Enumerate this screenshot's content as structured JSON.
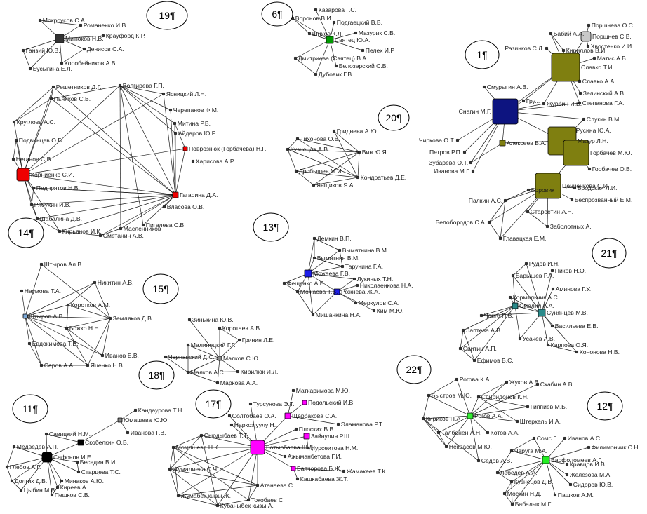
{
  "groups": [
    {
      "id": "19",
      "label": "19¶",
      "nodes": [
        {
          "name": "Мокроусов С.А."
        },
        {
          "name": "Романенко И.В."
        },
        {
          "name": "Крауфорд К.Р."
        },
        {
          "name": "Митюков Н.В."
        },
        {
          "name": "Ганзий Ю.В."
        },
        {
          "name": "Денисов С.А."
        },
        {
          "name": "Коробейников А.В."
        },
        {
          "name": "Бусыгина Е.Л."
        }
      ]
    },
    {
      "id": "6",
      "label": "6¶",
      "nodes": [
        {
          "name": "Казарова Г.С."
        },
        {
          "name": "Воронов В.И."
        },
        {
          "name": "Подгаецкий В.В."
        },
        {
          "name": "Шихов К.Л."
        },
        {
          "name": "Святец Ю.А."
        },
        {
          "name": "Мазурик С.В."
        },
        {
          "name": "Пелех И.Р."
        },
        {
          "name": "Дмитриева (Святец) В.А."
        },
        {
          "name": "Белозерский С.В."
        },
        {
          "name": "Дубовик Г.В."
        }
      ]
    },
    {
      "id": "1",
      "label": "1¶",
      "nodes": [
        {
          "name": "Бабий А.А."
        },
        {
          "name": "Поршнева О.С."
        },
        {
          "name": "Поршнев С.В."
        },
        {
          "name": "Хвостенко И.И."
        },
        {
          "name": "Разинков С.Л."
        },
        {
          "name": "Кириллов В.И."
        },
        {
          "name": "Матис А.В."
        },
        {
          "name": "Славко Т.И."
        },
        {
          "name": "Славко А.А."
        },
        {
          "name": "Смурыгин А.В."
        },
        {
          "name": "Зелинский А.В."
        },
        {
          "name": "Гру..."
        },
        {
          "name": "Журбин И.В."
        },
        {
          "name": "Степанова Г.А."
        },
        {
          "name": "Снагин М.Г."
        },
        {
          "name": "Слукин В.М."
        },
        {
          "name": "Русина Ю.А."
        },
        {
          "name": "Чиркова О.Т."
        },
        {
          "name": "Алексеев В.А."
        },
        {
          "name": "Мазур Л.Н."
        },
        {
          "name": "Петров Р.П."
        },
        {
          "name": "Горбачев М.Ю."
        },
        {
          "name": "Зубарева О.Т."
        },
        {
          "name": "Горбачев О.В."
        },
        {
          "name": "Иванова М.Г."
        },
        {
          "name": "Ценченкова С.И."
        },
        {
          "name": "Бродская Л.И."
        },
        {
          "name": "Боровик"
        },
        {
          "name": "Беспрозванный Е.М."
        },
        {
          "name": "Палкин А.С."
        },
        {
          "name": "Старостин А.Н."
        },
        {
          "name": "Белобородов С.А."
        },
        {
          "name": "Заболотных А."
        },
        {
          "name": "Главацкая Е.М."
        }
      ]
    },
    {
      "id": "20",
      "label": "20¶",
      "nodes": [
        {
          "name": "Гриднева А.Ю."
        },
        {
          "name": "Тихонова О.В."
        },
        {
          "name": "Кузнецов А.В."
        },
        {
          "name": "Вин Ю.Я."
        },
        {
          "name": "Дробышев М.И."
        },
        {
          "name": "Кондратьев Д.Е."
        },
        {
          "name": "Янщиков Я.А."
        }
      ]
    },
    {
      "id": "14",
      "label": "14¶",
      "nodes": [
        {
          "name": "Решетников Д.Г."
        },
        {
          "name": "Волгирева Г.П."
        },
        {
          "name": "Пьянков С.В."
        },
        {
          "name": "Ясницкий Л.Н."
        },
        {
          "name": "Черепанов Ф.М."
        },
        {
          "name": "Круглова А.С."
        },
        {
          "name": "Митина Р.В."
        },
        {
          "name": "Айдаров Ю.Р."
        },
        {
          "name": "Подвинцев О.Б."
        },
        {
          "name": "Поврознюк (Горбачева) Н.Г."
        },
        {
          "name": "Неганов С.В."
        },
        {
          "name": "Харисова А.Р."
        },
        {
          "name": "Корниенко С.И."
        },
        {
          "name": "Подпрятов Н.В."
        },
        {
          "name": "Гагарина Д.А."
        },
        {
          "name": "Рябухин И.В."
        },
        {
          "name": "Власова О.В."
        },
        {
          "name": "Шабалина Д.В."
        },
        {
          "name": "Пигалева С.В."
        },
        {
          "name": "Кирьянов И.К."
        },
        {
          "name": "Масленников"
        },
        {
          "name": "Сметанин А.В."
        }
      ]
    },
    {
      "id": "13",
      "label": "13¶",
      "nodes": [
        {
          "name": "Демкин В.П."
        },
        {
          "name": "Вымятнина В.М."
        },
        {
          "name": "Вымятнин В.М."
        },
        {
          "name": "Тарунина Г.А."
        },
        {
          "name": "Можаева Г.В."
        },
        {
          "name": "Лукиных Т.Н."
        },
        {
          "name": "Фещенко А.В."
        },
        {
          "name": "Николаенкова Н.А."
        },
        {
          "name": "Можаева Т.В."
        },
        {
          "name": "Рожнева Ж.А."
        },
        {
          "name": "Меркулов С.А."
        },
        {
          "name": "Ким М.Ю."
        },
        {
          "name": "Мишанкина Н.А."
        }
      ]
    },
    {
      "id": "21",
      "label": "21¶",
      "nodes": [
        {
          "name": "Рудов И.Н."
        },
        {
          "name": "Пиков Н.О."
        },
        {
          "name": "Барышев Р.А."
        },
        {
          "name": "Аминова Г.У."
        },
        {
          "name": "Кормильчик А.С."
        },
        {
          "name": "Смолин А.А."
        },
        {
          "name": "Сунянцев М.В."
        },
        {
          "name": "Чанго П.В."
        },
        {
          "name": "Лаптева А.В."
        },
        {
          "name": "Васильева Е.В."
        },
        {
          "name": "Усачев А.В."
        },
        {
          "name": "Карпова О.Я."
        },
        {
          "name": "Свитин А.П."
        },
        {
          "name": "Кононова Н.В."
        },
        {
          "name": "Ефимов В.С."
        }
      ]
    },
    {
      "id": "15",
      "label": "15¶",
      "nodes": [
        {
          "name": "Штыров Ал.В."
        },
        {
          "name": "Никитин А.В."
        },
        {
          "name": "Наумова Т.А."
        },
        {
          "name": "Коротков А.М."
        },
        {
          "name": "Штыров А.В."
        },
        {
          "name": "Земляков Д.В."
        },
        {
          "name": "Божко Н.Н."
        },
        {
          "name": "Евдокимова Т.В."
        },
        {
          "name": "Иванов Е.В."
        },
        {
          "name": "Серов А.А."
        },
        {
          "name": "Яценко Н.В."
        }
      ]
    },
    {
      "id": "18",
      "label": "18¶",
      "nodes": [
        {
          "name": "Зинькина Ю.В."
        },
        {
          "name": "Коротаев А.В."
        },
        {
          "name": "Гринин Л.Е."
        },
        {
          "name": "Малинецкий Г.Г."
        },
        {
          "name": "Малков С.Ю."
        },
        {
          "name": "Чернавский Д.С."
        },
        {
          "name": "Кирилюк И.Л."
        },
        {
          "name": "Малков А.С."
        },
        {
          "name": "Маркова А.А."
        }
      ]
    },
    {
      "id": "22",
      "label": "22¶",
      "nodes": [
        {
          "name": "Рогова К.А."
        },
        {
          "name": "Жуков А.В."
        },
        {
          "name": "Скабин А.В."
        },
        {
          "name": "Быстров М.Ю."
        },
        {
          "name": "Спиридонов К.Н."
        },
        {
          "name": "Гиппиев М.Б."
        },
        {
          "name": "Кириков П.А."
        },
        {
          "name": "Рогов А.А."
        },
        {
          "name": "Штеркель И.А."
        },
        {
          "name": "Талбонен А.Н."
        },
        {
          "name": "Котов А.А."
        },
        {
          "name": "Некрасов М.Ю."
        },
        {
          "name": "Седов А.В."
        }
      ]
    },
    {
      "id": "12",
      "label": "12¶",
      "nodes": [
        {
          "name": "Сомс Г."
        },
        {
          "name": "Иванов А.С."
        },
        {
          "name": "Чаруга М.А."
        },
        {
          "name": "Филимончик С.Н."
        },
        {
          "name": "Варфоломеев А.Г."
        },
        {
          "name": "Лебедев А.А."
        },
        {
          "name": "Кравцов И.В."
        },
        {
          "name": "Железова М.А."
        },
        {
          "name": "Кузнецов Д.В."
        },
        {
          "name": "Сидоров Ю.В."
        },
        {
          "name": "Москин Н.Д."
        },
        {
          "name": "Пашков А.М."
        },
        {
          "name": "Бабалык М.Г."
        }
      ]
    },
    {
      "id": "11",
      "label": "11¶",
      "nodes": [
        {
          "name": "Кандаурова Т.Н."
        },
        {
          "name": "Юмашева Ю.Ю."
        },
        {
          "name": "Иванова Г.В."
        },
        {
          "name": "Савицкий Н.М."
        },
        {
          "name": "Скобелкин О.В."
        },
        {
          "name": "Медведев А.П."
        },
        {
          "name": "Сафонов И.Е."
        },
        {
          "name": "Беседин В.И."
        },
        {
          "name": "Глебов А.Г."
        },
        {
          "name": "Старцева Т.С."
        },
        {
          "name": "Долгих Д.В."
        },
        {
          "name": "Минаков А.Ю."
        },
        {
          "name": "Киреев А."
        },
        {
          "name": "Цыбин М.В."
        },
        {
          "name": "Пешков С.В."
        }
      ]
    },
    {
      "id": "17",
      "label": "17¶",
      "nodes": [
        {
          "name": "Маткаримова М.Ю."
        },
        {
          "name": "Турсунова Э.Т."
        },
        {
          "name": "Подольский И.В."
        },
        {
          "name": "Солтобаев О.А."
        },
        {
          "name": "Щербакова С.А."
        },
        {
          "name": "Наркоз уулу Н."
        },
        {
          "name": "Эламанова Р.Т."
        },
        {
          "name": "Сырдыбаев Т.Т."
        },
        {
          "name": "Плоских В.В."
        },
        {
          "name": "Зайнулин Р.Ш."
        },
        {
          "name": "Батырбаева Ш.Д."
        },
        {
          "name": "Момошева Н.К."
        },
        {
          "name": "Нурсеитова Н.М."
        },
        {
          "name": "Ажыманбетова Г.И."
        },
        {
          "name": "Жумалиева С.Ч."
        },
        {
          "name": "Баячорова Б.Ж."
        },
        {
          "name": "Жамакеев Т.К."
        },
        {
          "name": "Кашкабаева Ж.Т."
        },
        {
          "name": "Атанаева С."
        },
        {
          "name": "Жумабек кызы Ж."
        },
        {
          "name": "Токобаев С."
        },
        {
          "name": "Кубаныбек кызы А."
        }
      ]
    }
  ],
  "hub_colors": {
    "group_14": "#ee0000",
    "group_6": "#009900",
    "group_1_navy": "#0d1480",
    "group_1_olive": "#7f7f10",
    "group_1_grey": "#c8c8c8",
    "group_13": "#1e1ee8",
    "group_21": "#2a8a8a",
    "group_22": "#33ee33",
    "group_12": "#22ee22",
    "group_11": "#000000",
    "group_17": "#ff00ff",
    "group_15": "#7aa7d6"
  }
}
